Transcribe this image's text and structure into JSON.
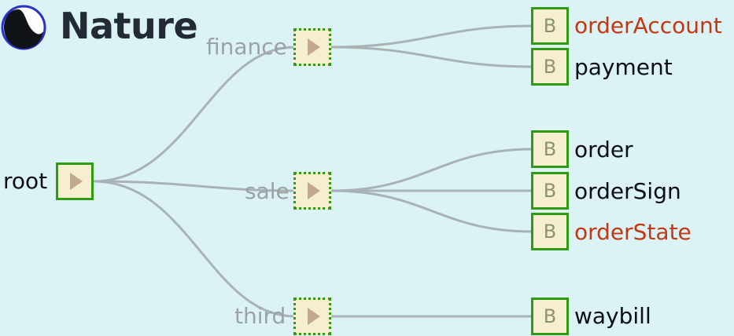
{
  "header": {
    "title": "Nature"
  },
  "tree": {
    "root": {
      "label": "root",
      "icon": "play-icon"
    },
    "branches": [
      {
        "id": "finance",
        "label": "finance",
        "icon": "play-icon",
        "leaves": [
          {
            "id": "orderAccount",
            "badge": "B",
            "label": "orderAccount",
            "highlight": true
          },
          {
            "id": "payment",
            "badge": "B",
            "label": "payment",
            "highlight": false
          }
        ]
      },
      {
        "id": "sale",
        "label": "sale",
        "icon": "play-icon",
        "leaves": [
          {
            "id": "order",
            "badge": "B",
            "label": "order",
            "highlight": false
          },
          {
            "id": "orderSign",
            "badge": "B",
            "label": "orderSign",
            "highlight": false
          },
          {
            "id": "orderState",
            "badge": "B",
            "label": "orderState",
            "highlight": true
          }
        ]
      },
      {
        "id": "third",
        "label": "third",
        "icon": "play-icon",
        "leaves": [
          {
            "id": "waybill",
            "badge": "B",
            "label": "waybill",
            "highlight": false
          }
        ]
      }
    ]
  },
  "colors": {
    "background": "#dcf3f6",
    "node_border": "#2f9a12",
    "node_fill": "#f5efcf",
    "edge": "#a9b3b5",
    "highlight_text": "#c23812",
    "branch_text": "#9ba3a6"
  }
}
